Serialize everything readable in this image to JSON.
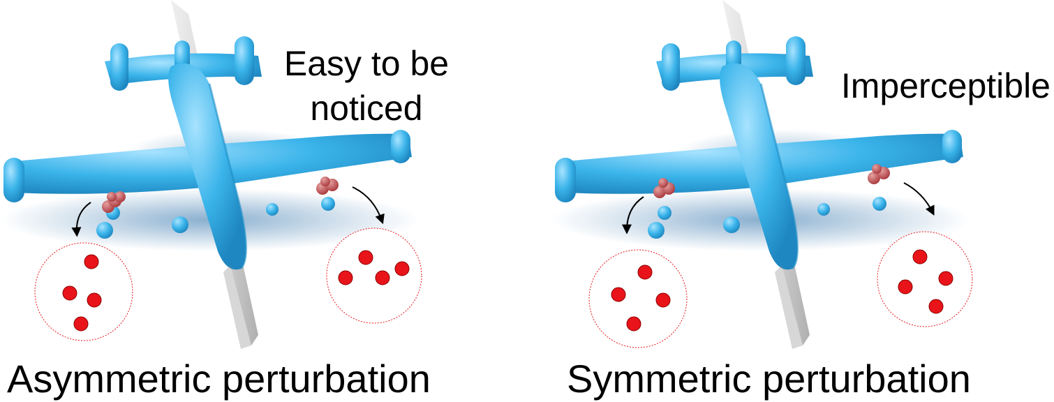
{
  "panels": {
    "left": {
      "annotation_line1": "Easy to be",
      "annotation_line2": "noticed",
      "caption": "Asymmetric perturbation"
    },
    "right": {
      "annotation_line1": "Imperceptible",
      "caption": "Symmetric perturbation"
    }
  },
  "colors": {
    "airplane": "#3ab4ea",
    "airplane_dark": "#1f8fc8",
    "perturbation_point": "#e8141a",
    "circle_outline": "#e8141a",
    "symmetry_plane": "#9a9a9a"
  }
}
